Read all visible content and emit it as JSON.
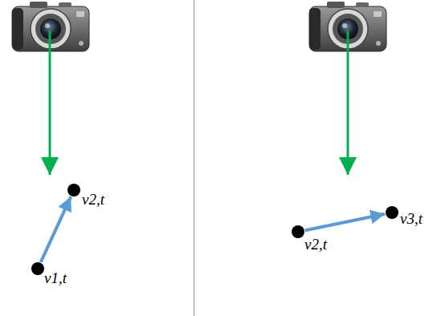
{
  "diagram": {
    "nodes": [
      {
        "text": [
          "v1,t"
        ]
      },
      {
        "text": [
          "v2,t"
        ]
      },
      {
        "text": [
          "v2,t"
        ]
      },
      {
        "text": [
          "v3,t"
        ]
      }
    ],
    "edges": [
      {
        "from": 0,
        "to": 1,
        "arrow": "to"
      },
      {
        "from": 2,
        "to": 3,
        "arrow": "to"
      }
    ]
  }
}
